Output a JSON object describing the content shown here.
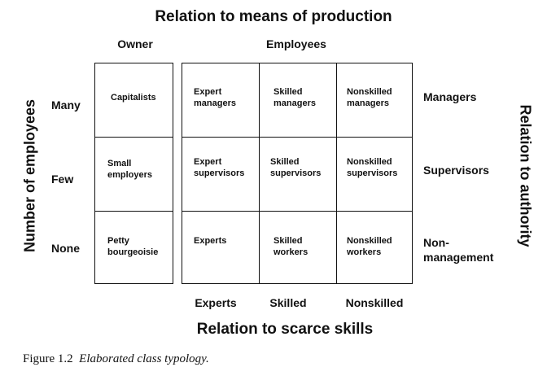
{
  "top_axis": {
    "title": "Relation to means of production",
    "owner_label": "Owner",
    "employees_label": "Employees"
  },
  "bottom_axis": {
    "title": "Relation to scarce skills",
    "columns": [
      "Experts",
      "Skilled",
      "Nonskilled"
    ]
  },
  "left_axis": {
    "title": "Number of employees",
    "rows": [
      "Many",
      "Few",
      "None"
    ]
  },
  "right_axis": {
    "title": "Relation to authority",
    "rows": [
      [
        "Managers"
      ],
      [
        "Supervisors"
      ],
      [
        "Non-",
        "management"
      ]
    ]
  },
  "owner_cells": [
    [
      "Capitalists"
    ],
    [
      "Small",
      "employers"
    ],
    [
      "Petty",
      "bourgeoisie"
    ]
  ],
  "employee_cells": [
    [
      [
        "Expert",
        "managers"
      ],
      [
        "Skilled",
        "managers"
      ],
      [
        "Nonskilled",
        "managers"
      ]
    ],
    [
      [
        "Expert",
        "supervisors"
      ],
      [
        "Skilled",
        "supervisors"
      ],
      [
        "Nonskilled",
        "supervisors"
      ]
    ],
    [
      [
        "Experts"
      ],
      [
        "Skilled",
        "workers"
      ],
      [
        "Nonskilled",
        "workers"
      ]
    ]
  ],
  "caption": {
    "label": "Figure 1.2",
    "text": "Elaborated class typology."
  }
}
